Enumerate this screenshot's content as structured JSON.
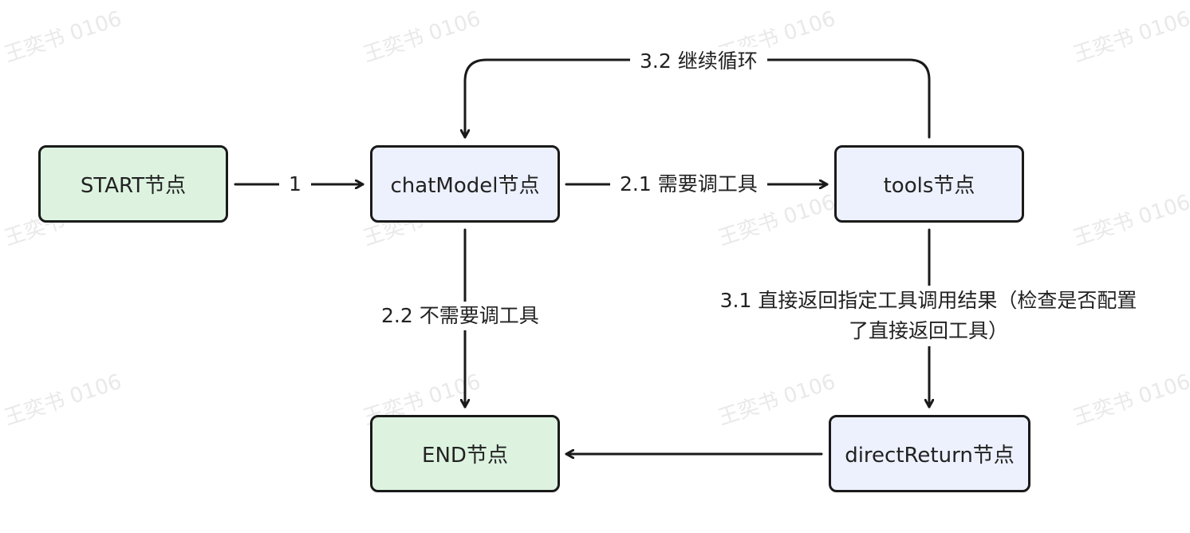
{
  "watermark": "王奕书 0106",
  "nodes": {
    "start": "START节点",
    "chat_model": "chatModel节点",
    "tools": "tools节点",
    "end": "END节点",
    "direct_return": "directReturn节点"
  },
  "edges": {
    "start_to_chat": "1",
    "chat_to_tools": "2.1 需要调工具",
    "chat_to_end": "2.2 不需要调工具",
    "tools_to_direct": "3.1 直接返回指定工具调用结果（检查是否配置了直接返回工具）",
    "tools_to_chat": "3.2 继续循环"
  },
  "colors": {
    "start_end_fill": "#ddf3e0",
    "process_fill": "#edf1fd",
    "stroke": "#1a1a1a"
  }
}
